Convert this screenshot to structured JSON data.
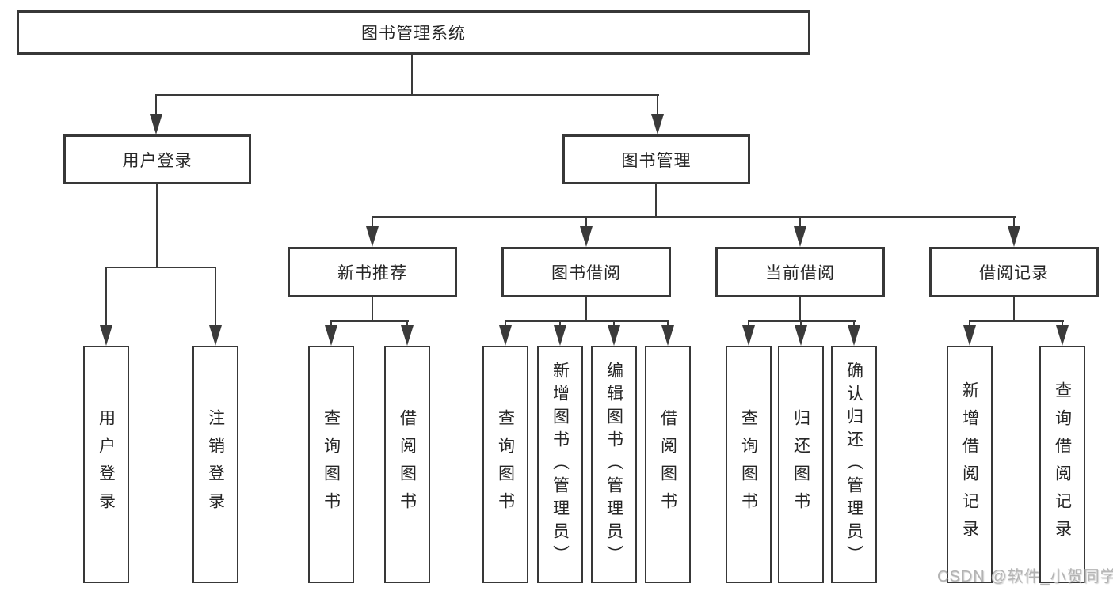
{
  "diagram": {
    "root": {
      "label": "图书管理系统"
    },
    "level2": [
      {
        "label": "用户登录"
      },
      {
        "label": "图书管理"
      }
    ],
    "level3": [
      {
        "label": "新书推荐"
      },
      {
        "label": "图书借阅"
      },
      {
        "label": "当前借阅"
      },
      {
        "label": "借阅记录"
      }
    ],
    "level4": [
      {
        "label": "用户登录"
      },
      {
        "label": "注销登录"
      },
      {
        "label": "查询图书"
      },
      {
        "label": "借阅图书"
      },
      {
        "label": "查询图书"
      },
      {
        "label": "新增图书（管理员）"
      },
      {
        "label": "编辑图书（管理员）"
      },
      {
        "label": "借阅图书"
      },
      {
        "label": "查询图书"
      },
      {
        "label": "归还图书"
      },
      {
        "label": "确认归还（管理员）"
      },
      {
        "label": "新增借阅记录"
      },
      {
        "label": "查询借阅记录"
      }
    ]
  },
  "watermark": {
    "text": "CSDN @软件_小贺同学"
  },
  "colors": {
    "line": "#3a3a3a",
    "border": "#383838",
    "text": "#262626",
    "watermark": "#b3b3b3",
    "background": "#ffffff"
  }
}
